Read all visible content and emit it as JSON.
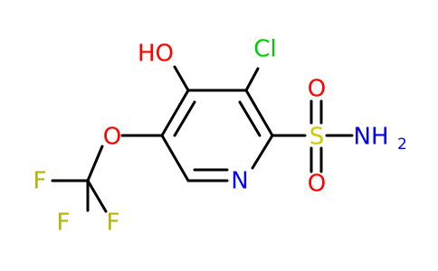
{
  "molecule": {
    "atoms": {
      "hydroxyl": "HO",
      "chlorine": "Cl",
      "sulfur": "S",
      "oxygen_top": "O",
      "oxygen_bottom": "O",
      "amine": "NH",
      "amine_subscript": "2",
      "ring_nitrogen": "N",
      "ether_oxygen": "O",
      "fluorine_left": "F",
      "fluorine_bottom": "F",
      "fluorine_right": "F"
    },
    "colors": {
      "carbon_bond": "#000000",
      "oxygen": "#ff0000",
      "nitrogen": "#0000ff",
      "chlorine": "#00cc00",
      "sulfur": "#cccc00",
      "fluorine": "#b3b300"
    }
  }
}
